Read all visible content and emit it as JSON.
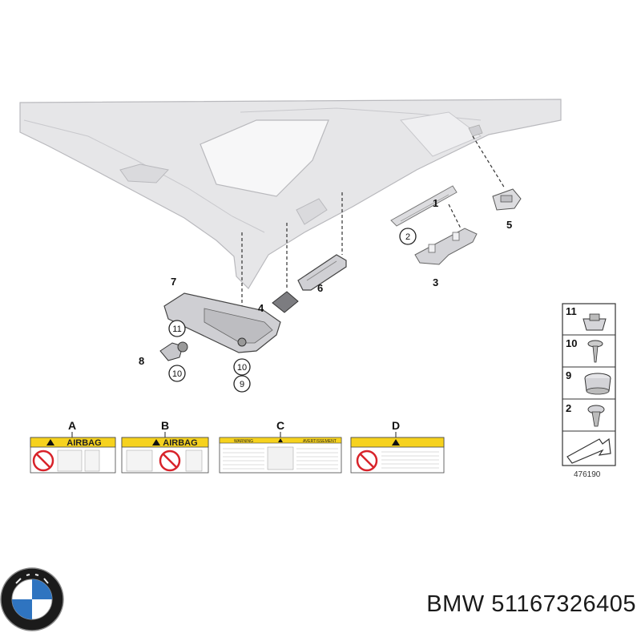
{
  "callouts": {
    "c1": "1",
    "c2": "2",
    "c3": "3",
    "c4": "4",
    "c5": "5",
    "c6": "6",
    "c7": "7",
    "c8": "8",
    "c9": "9",
    "c10a": "10",
    "c10b": "10",
    "c11": "11"
  },
  "labels": {
    "A": {
      "letter": "A",
      "title": "AIRBAG"
    },
    "B": {
      "letter": "B",
      "title": "AIRBAG"
    },
    "C": {
      "letter": "C",
      "left_title": "WARNING",
      "right_title": "AVERTISSEMENT"
    },
    "D": {
      "letter": "D"
    }
  },
  "parts_legend": [
    {
      "number": "11",
      "icon": "clip-nut-icon"
    },
    {
      "number": "10",
      "icon": "screw-icon"
    },
    {
      "number": "9",
      "icon": "sleeve-clip-icon"
    },
    {
      "number": "2",
      "icon": "expanding-rivet-icon"
    }
  ],
  "diagram_ref": "476190",
  "caption": "BMW 51167326405",
  "colors": {
    "headliner": "#e6e6e8",
    "outline": "#b9b9bd",
    "warning_yellow": "#f6d21e",
    "prohibit_red": "#d8232a",
    "bmw_blue": "#2f74c0"
  }
}
